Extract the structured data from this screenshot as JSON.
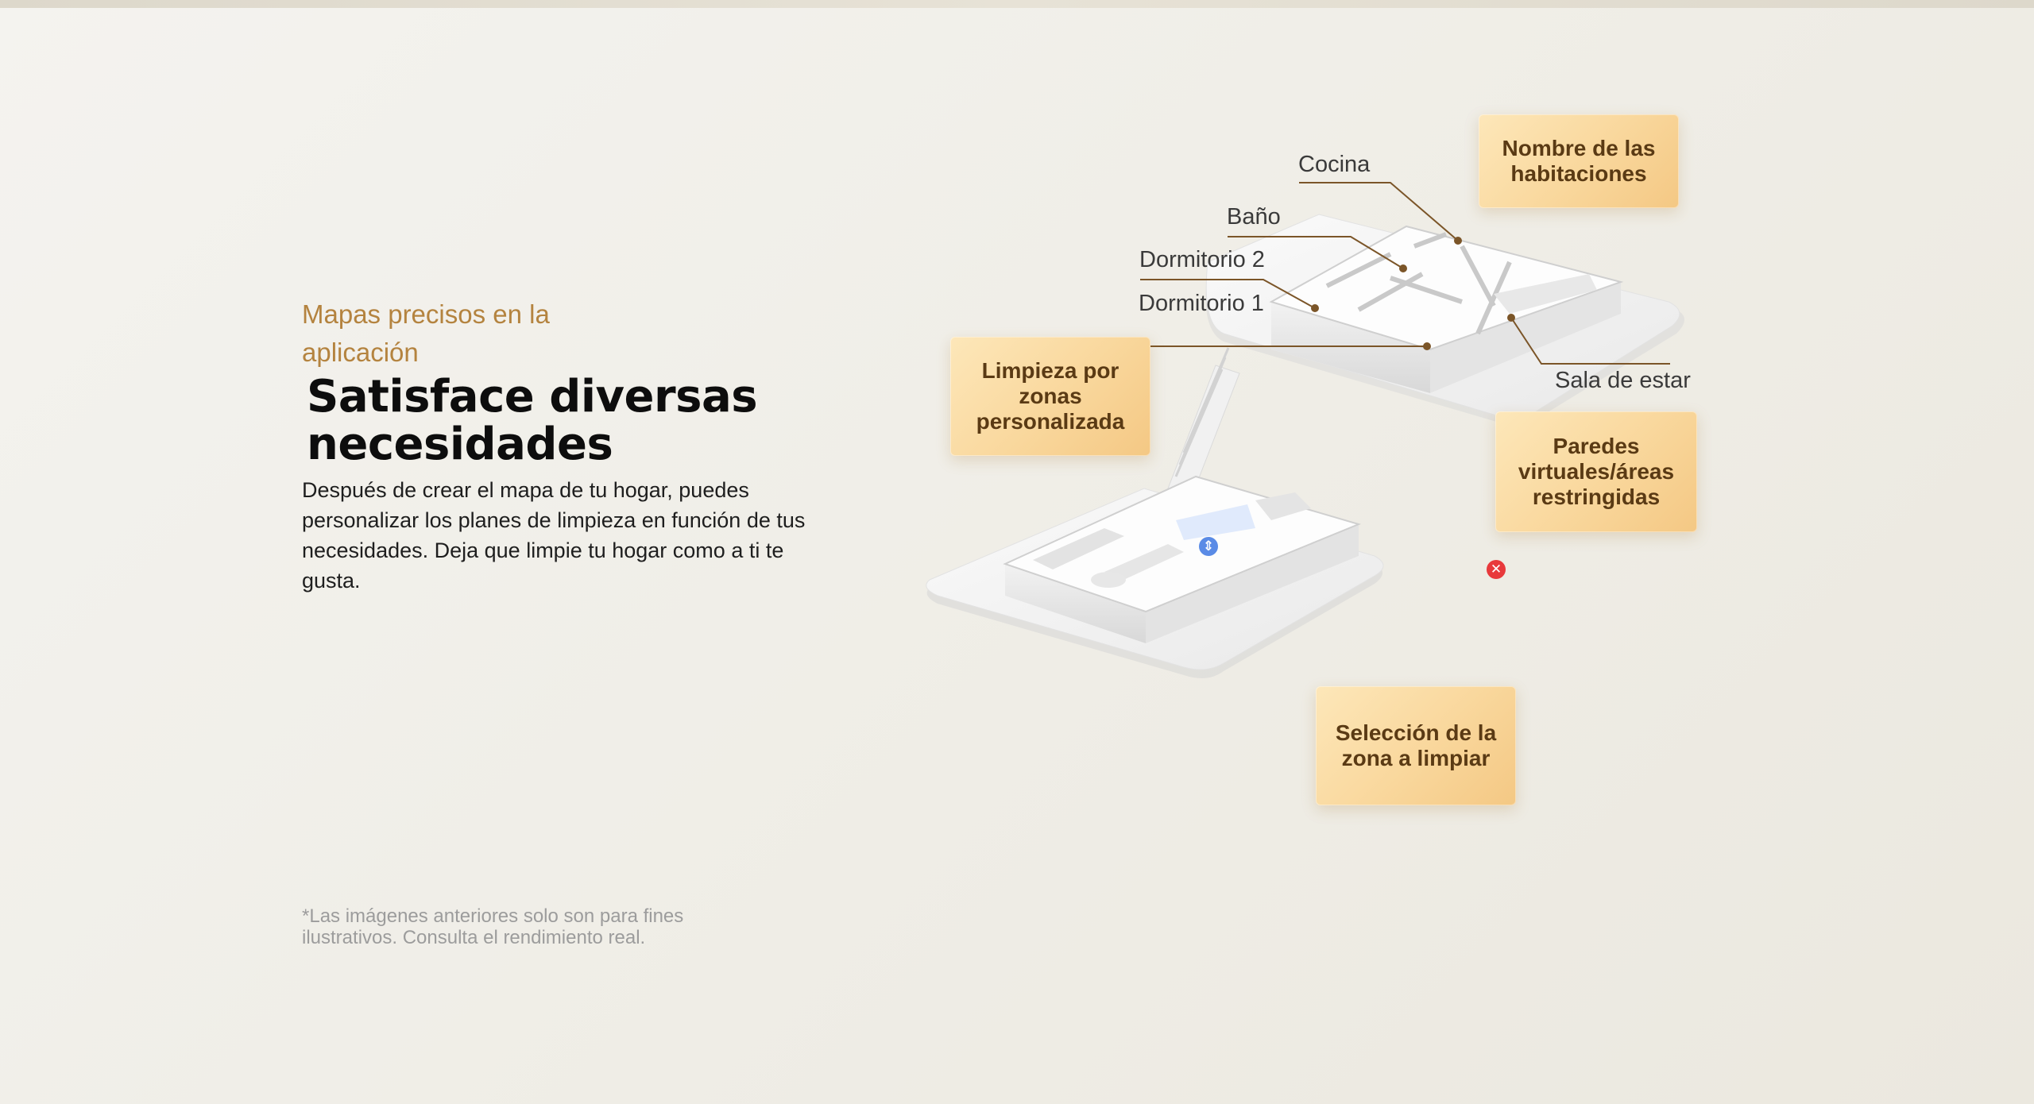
{
  "intro": {
    "eyebrow": "Mapas precisos en la aplicación",
    "headline": "Satisface diversas necesidades",
    "description": "Después de crear el mapa de tu hogar, puedes personalizar los planes de limpieza en función de tus necesidades. Deja que limpie tu hogar como a ti te gusta."
  },
  "disclaimer": "*Las imágenes anteriores solo son para fines ilustrativos. Consulta el rendimiento real.",
  "room_labels": {
    "kitchen": "Cocina",
    "bathroom": "Baño",
    "bedroom2": "Dormitorio 2",
    "bedroom1": "Dormitorio 1",
    "living_room": "Sala de estar"
  },
  "callouts": {
    "room_names": "Nombre de las habitaciones",
    "zone_cleaning": "Limpieza por zonas personalizada",
    "virtual_walls": "Paredes virtuales/áreas restringidas",
    "area_selection": "Selección de la zona a limpiar"
  },
  "icons": {
    "robot": "robot-vacuum-icon",
    "restricted": "no-go-zone-icon"
  },
  "colors": {
    "accent_text": "#b4833f",
    "callout_bg": "#f9d79c",
    "callout_text": "#5a3a14",
    "selected_zone": "#a9c2ef",
    "restricted_zone": "#e8393b",
    "leader_line": "#7b5528"
  }
}
